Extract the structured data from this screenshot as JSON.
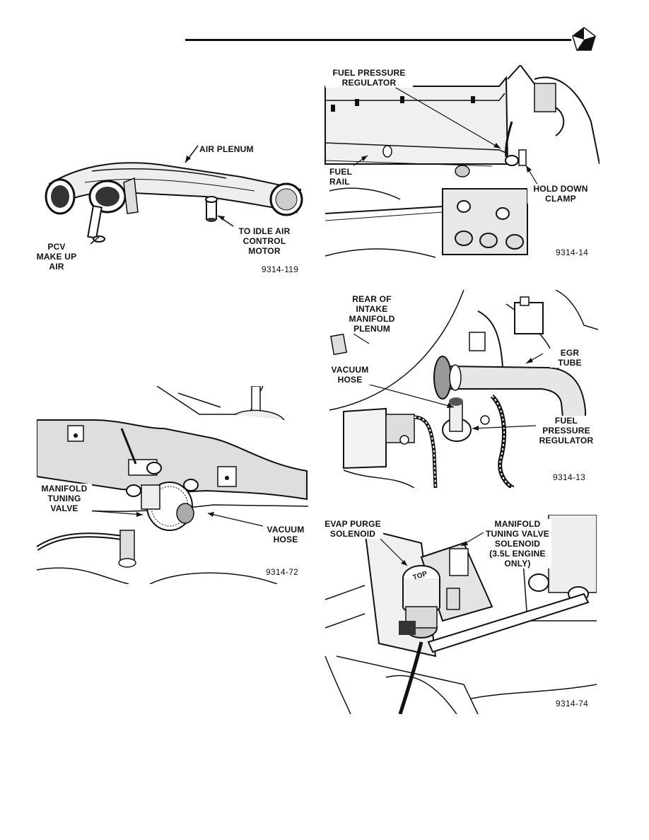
{
  "page": {
    "logo": "pentastar-logo"
  },
  "figures": [
    {
      "id": "air-plenum",
      "number": "9314-119",
      "labels": {
        "air_plenum": "AIR PLENUM",
        "pcv_make_up_air": "PCV\nMAKE UP\nAIR",
        "to_idle_air_control_motor": "TO IDLE AIR\nCONTROL\nMOTOR"
      }
    },
    {
      "id": "fuel-rail",
      "number": "9314-14",
      "labels": {
        "fuel_pressure_regulator": "FUEL PRESSURE\nREGULATOR",
        "fuel_rail": "FUEL\nRAIL",
        "hold_down_clamp": "HOLD DOWN\nCLAMP"
      }
    },
    {
      "id": "egr-regulator",
      "number": "9314-13",
      "labels": {
        "rear_of_intake_manifold_plenum": "REAR OF\nINTAKE MANIFOLD\nPLENUM",
        "vacuum_hose": "VACUUM\nHOSE",
        "egr_tube": "EGR\nTUBE",
        "fuel_pressure_regulator": "FUEL\nPRESSURE\nREGULATOR"
      }
    },
    {
      "id": "manifold-tuning-valve",
      "number": "9314-72",
      "labels": {
        "manifold_tuning_valve": "MANIFOLD\nTUNING\nVALVE",
        "vacuum_hose": "VACUUM\nHOSE"
      }
    },
    {
      "id": "evap-purge",
      "number": "9314-74",
      "labels": {
        "evap_purge_solenoid": "EVAP PURGE\nSOLENOID",
        "manifold_tuning_valve_solenoid": "MANIFOLD\nTUNING VALVE\nSOLENOID\n(3.5L ENGINE\nONLY)",
        "top_marking": "TOP"
      }
    }
  ]
}
